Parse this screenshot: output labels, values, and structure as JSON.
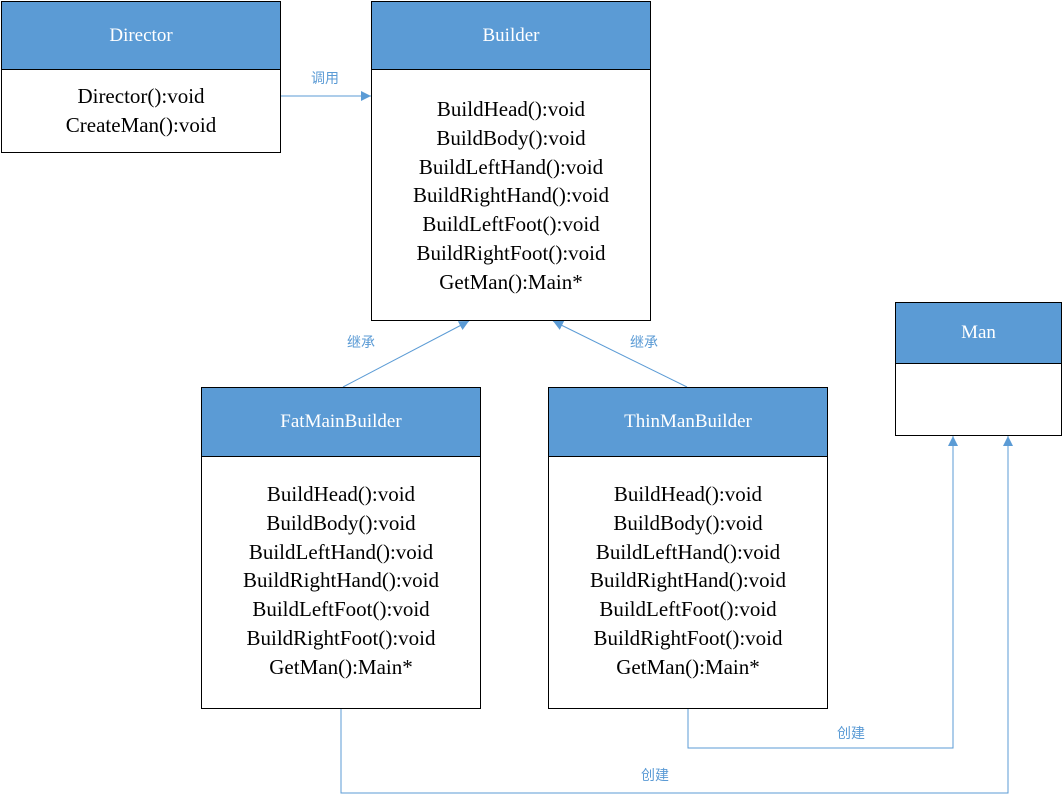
{
  "classes": {
    "director": {
      "name": "Director",
      "methods": [
        "Director():void",
        "CreateMan():void"
      ]
    },
    "builder": {
      "name": "Builder",
      "methods": [
        "BuildHead():void",
        "BuildBody():void",
        "BuildLeftHand():void",
        "BuildRightHand():void",
        "BuildLeftFoot():void",
        "BuildRightFoot():void",
        "GetMan():Main*"
      ]
    },
    "fat": {
      "name": "FatMainBuilder",
      "methods": [
        "BuildHead():void",
        "BuildBody():void",
        "BuildLeftHand():void",
        "BuildRightHand():void",
        "BuildLeftFoot():void",
        "BuildRightFoot():void",
        "GetMan():Main*"
      ]
    },
    "thin": {
      "name": "ThinManBuilder",
      "methods": [
        "BuildHead():void",
        "BuildBody():void",
        "BuildLeftHand():void",
        "BuildRightHand():void",
        "BuildLeftFoot():void",
        "BuildRightFoot():void",
        "GetMan():Main*"
      ]
    },
    "man": {
      "name": "Man",
      "methods": []
    }
  },
  "relations": {
    "calls": "调用",
    "inherit_fat": "继承",
    "inherit_thin": "继承",
    "create_thin": "创建",
    "create_fat": "创建"
  },
  "colors": {
    "header": "#5b9bd5",
    "connector": "#5b9bd5",
    "border": "#000000"
  }
}
